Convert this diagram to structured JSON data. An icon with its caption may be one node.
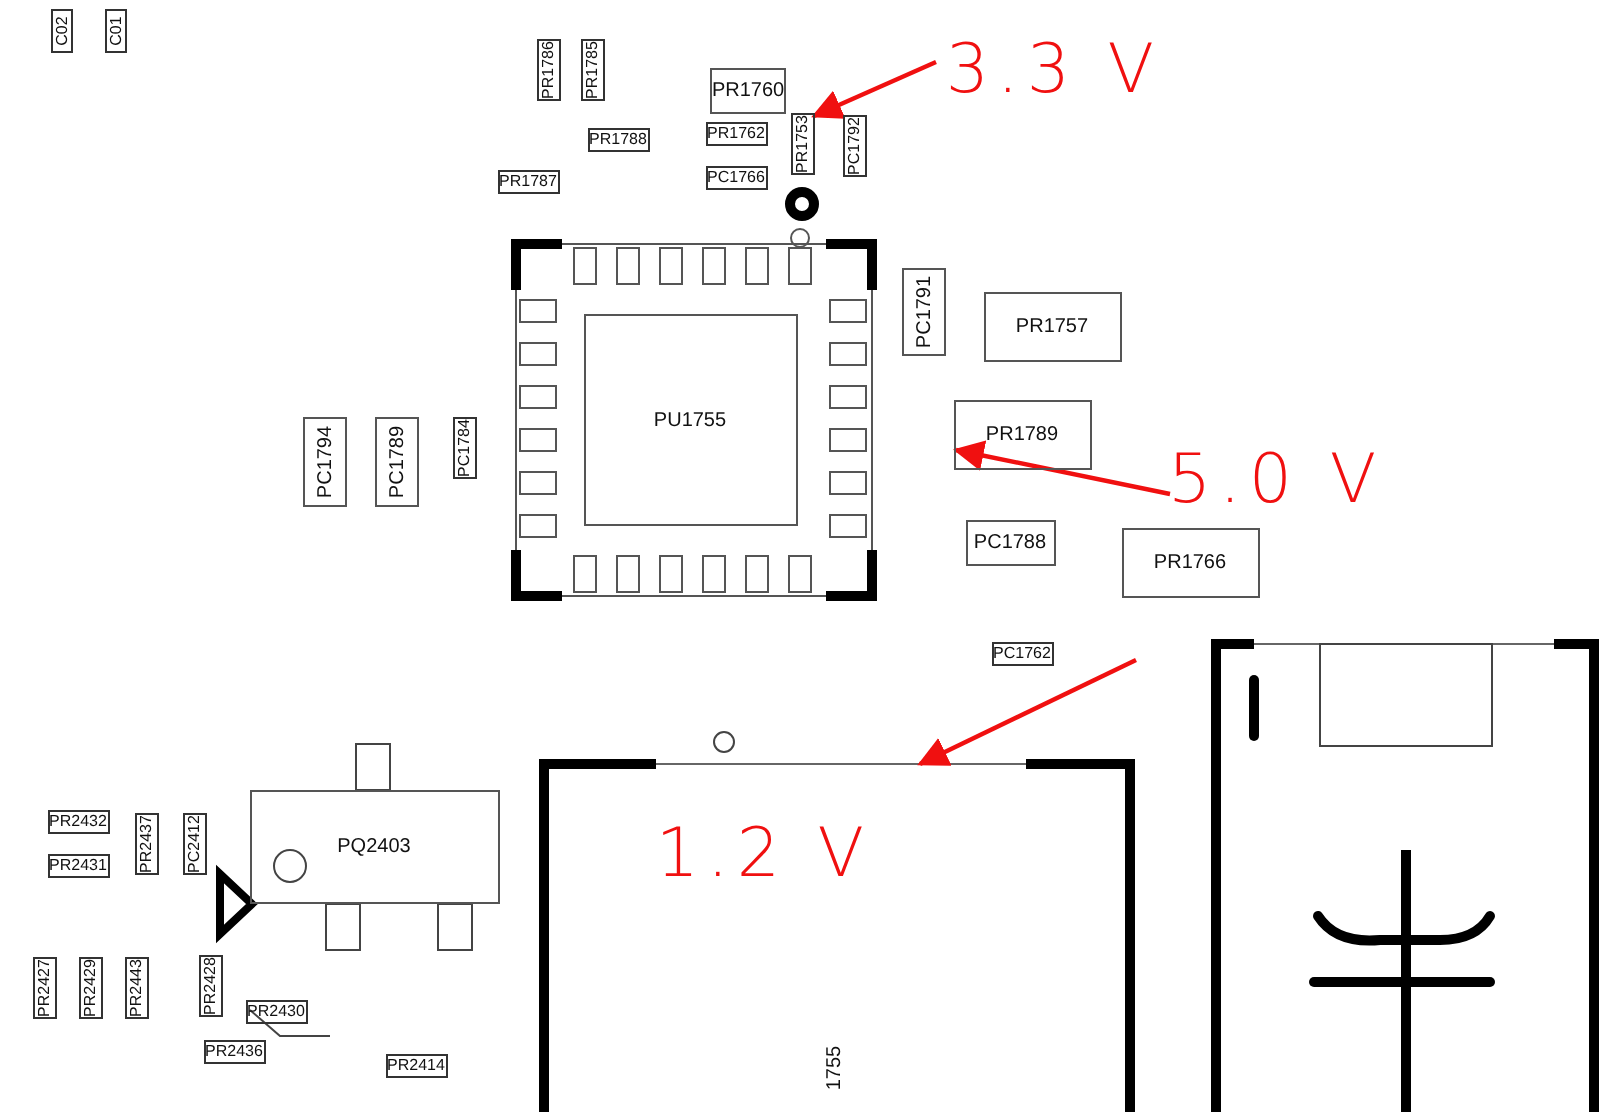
{
  "diagram": {
    "nodes": [
      {
        "text": [
          "C02"
        ]
      },
      {
        "text": [
          "C01"
        ]
      },
      {
        "text": [
          "PR1786"
        ]
      },
      {
        "text": [
          "PR1785"
        ]
      },
      {
        "text": [
          "PR1760"
        ]
      },
      {
        "text": [
          "PR1788"
        ]
      },
      {
        "text": [
          "PR1762"
        ]
      },
      {
        "text": [
          "PR1753"
        ]
      },
      {
        "text": [
          "PC1792"
        ]
      },
      {
        "text": [
          "PR1787"
        ]
      },
      {
        "text": [
          "PC1766"
        ]
      },
      {
        "text": [
          "PC1791"
        ]
      },
      {
        "text": [
          "PR1757"
        ]
      },
      {
        "text": [
          "PU1755"
        ]
      },
      {
        "text": [
          "PC1794"
        ]
      },
      {
        "text": [
          "PC1789"
        ]
      },
      {
        "text": [
          "PC1784"
        ]
      },
      {
        "text": [
          "PR1789"
        ]
      },
      {
        "text": [
          "PC1788"
        ]
      },
      {
        "text": [
          "PR1766"
        ]
      },
      {
        "text": [
          "PC1762"
        ]
      },
      {
        "text": [
          "PR2432"
        ]
      },
      {
        "text": [
          "PR2431"
        ]
      },
      {
        "text": [
          "PR2437"
        ]
      },
      {
        "text": [
          "PC2412"
        ]
      },
      {
        "text": [
          "PQ2403"
        ]
      },
      {
        "text": [
          "PR2427"
        ]
      },
      {
        "text": [
          "PR2429"
        ]
      },
      {
        "text": [
          "PR2443"
        ]
      },
      {
        "text": [
          "PR2428"
        ]
      },
      {
        "text": [
          "PR2430"
        ]
      },
      {
        "text": [
          "PR2436"
        ]
      },
      {
        "text": [
          "PR2414"
        ]
      },
      {
        "text": [
          "1755"
        ]
      },
      {
        "text": [
          "3.3 V"
        ]
      },
      {
        "text": [
          "5.0 V"
        ]
      },
      {
        "text": [
          "1.2 V"
        ],
        "in": 33
      }
    ],
    "edges": [
      {
        "from": 34,
        "to": 7,
        "arrow": "to"
      },
      {
        "from": 35,
        "to": 17,
        "arrow": "to"
      },
      {
        "from": null,
        "to": 33,
        "arrow": "to"
      }
    ]
  }
}
